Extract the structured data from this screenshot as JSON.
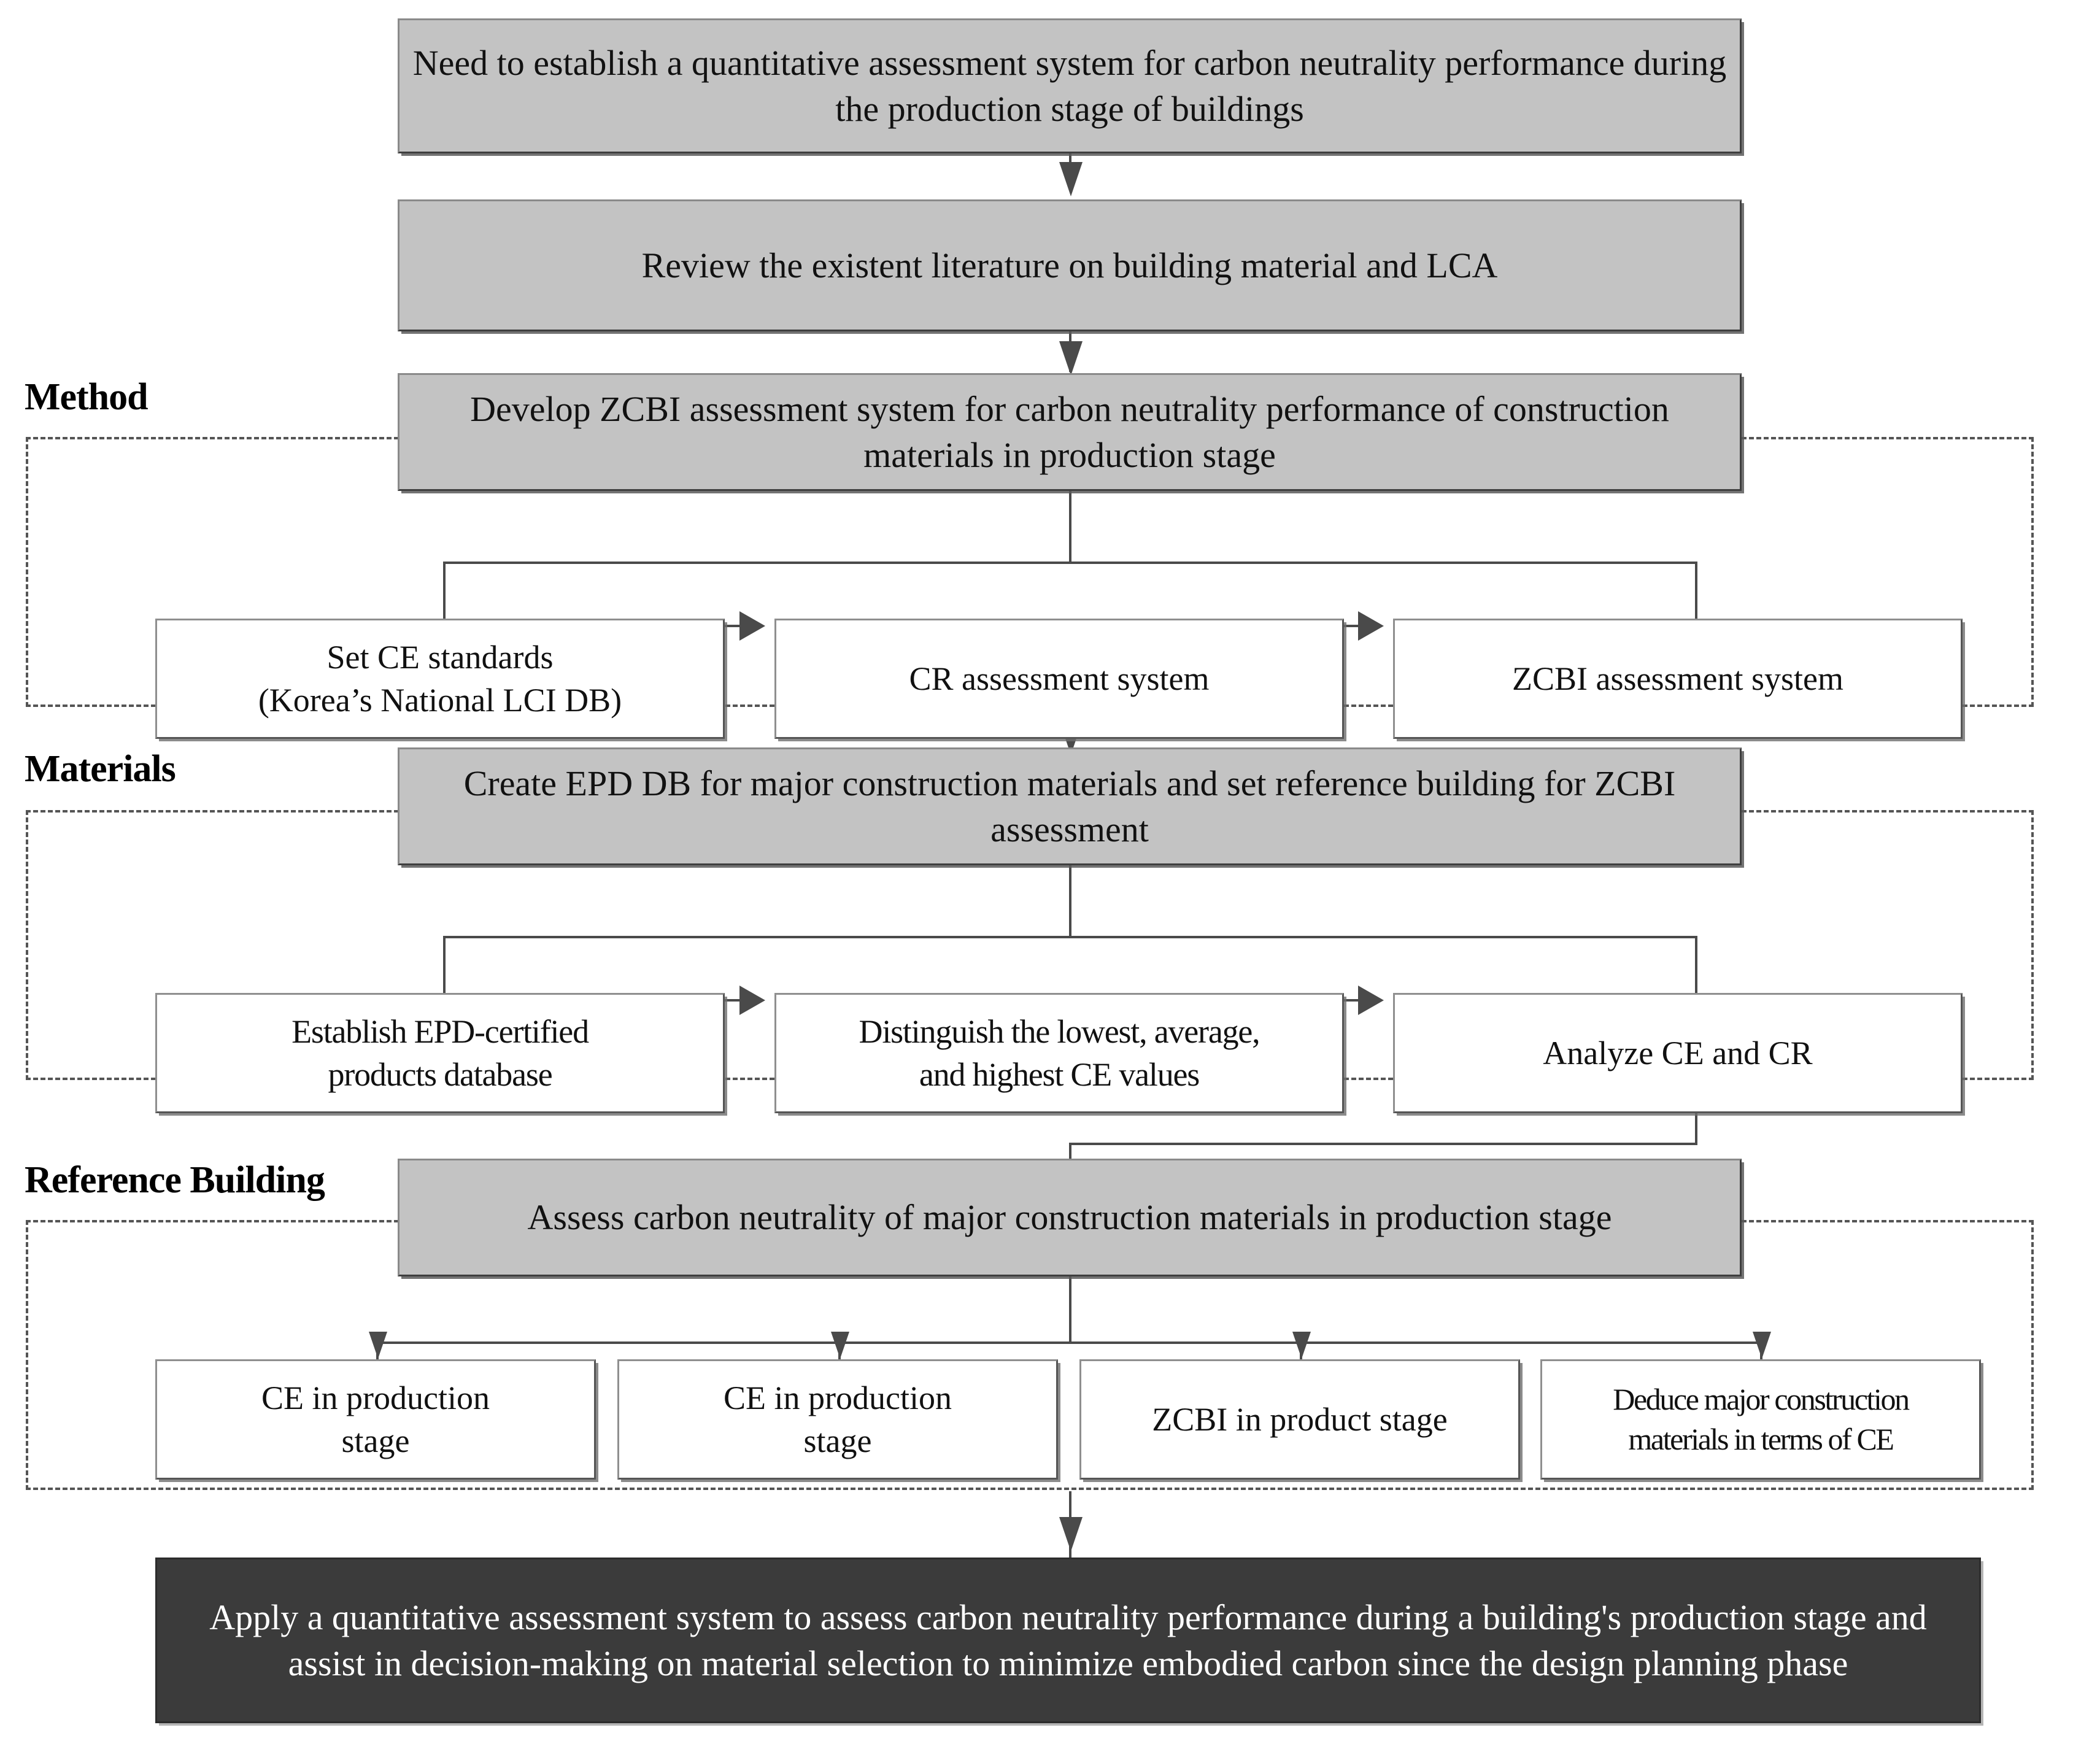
{
  "diagram": {
    "title": "Research framework flowchart for ZCBI carbon neutrality assessment",
    "colors": {
      "process_fill": "#c3c3c3",
      "sub_fill": "#ffffff",
      "conclusion_fill": "#3b3b3b",
      "conclusion_text": "#ffffff",
      "line": "#4a4a4a",
      "region_border": "#555555"
    }
  },
  "steps": {
    "need": "Need to establish a quantitative assessment system for carbon neutrality performance during the production stage of buildings",
    "review": "Review the existent literature on building material and LCA",
    "develop": "Develop ZCBI assessment system for carbon neutrality performance of construction materials in production stage",
    "create_epd": "Create EPD DB for major construction materials and set reference building for ZCBI assessment",
    "assess": "Assess carbon neutrality of major construction materials in production stage",
    "apply": "Apply a quantitative assessment system to assess carbon neutrality performance during a building's production stage and assist in decision-making on material selection to minimize embodied carbon since the design planning phase"
  },
  "regions": {
    "method": {
      "label": "Method",
      "items": [
        "Set CE standards\n(Korea’s National LCI DB)",
        "CR assessment system",
        "ZCBI assessment system"
      ]
    },
    "materials": {
      "label": "Materials",
      "items": [
        "Establish EPD-certified\nproducts database",
        "Distinguish the lowest, average,\nand highest CE values",
        "Analyze CE and CR"
      ]
    },
    "reference_building": {
      "label": "Reference Building",
      "items": [
        "CE in production\nstage",
        "CE in production\nstage",
        "ZCBI in product stage",
        "Deduce major construction\nmaterials in terms of CE"
      ]
    }
  }
}
